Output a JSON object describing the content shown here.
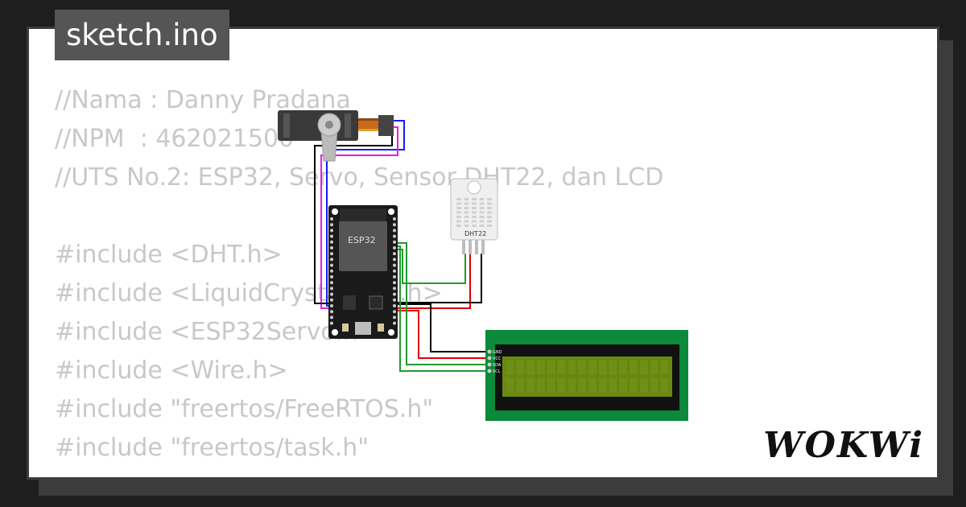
{
  "file_tab": {
    "label": "sketch.ino"
  },
  "code_lines": [
    "//Nama : Danny Pradana",
    "//NPM  : 462021500",
    "//UTS No.2: ESP32, Servo, Sensor DHT22, dan LCD",
    "",
    "#include <DHT.h>",
    "#include <LiquidCrystal_I2C.h>",
    "#include <ESP32Servo.h>",
    "#include <Wire.h>",
    "#include \"freertos/FreeRTOS.h\"",
    "#include \"freertos/task.h\""
  ],
  "components": {
    "esp32_label": "ESP32",
    "dht_label": "DHT22",
    "lcd_pins": [
      "GND",
      "VCC",
      "SDA",
      "SCL"
    ]
  },
  "brand": {
    "logo": "WOKWi"
  },
  "colors": {
    "wire_black": "#000000",
    "wire_red": "#e00000",
    "wire_green": "#1f9a2f",
    "wire_blue": "#1a1aff",
    "wire_magenta": "#e020e0",
    "lcd_board": "#0a8a3a",
    "lcd_screen": "#6b8a12"
  }
}
